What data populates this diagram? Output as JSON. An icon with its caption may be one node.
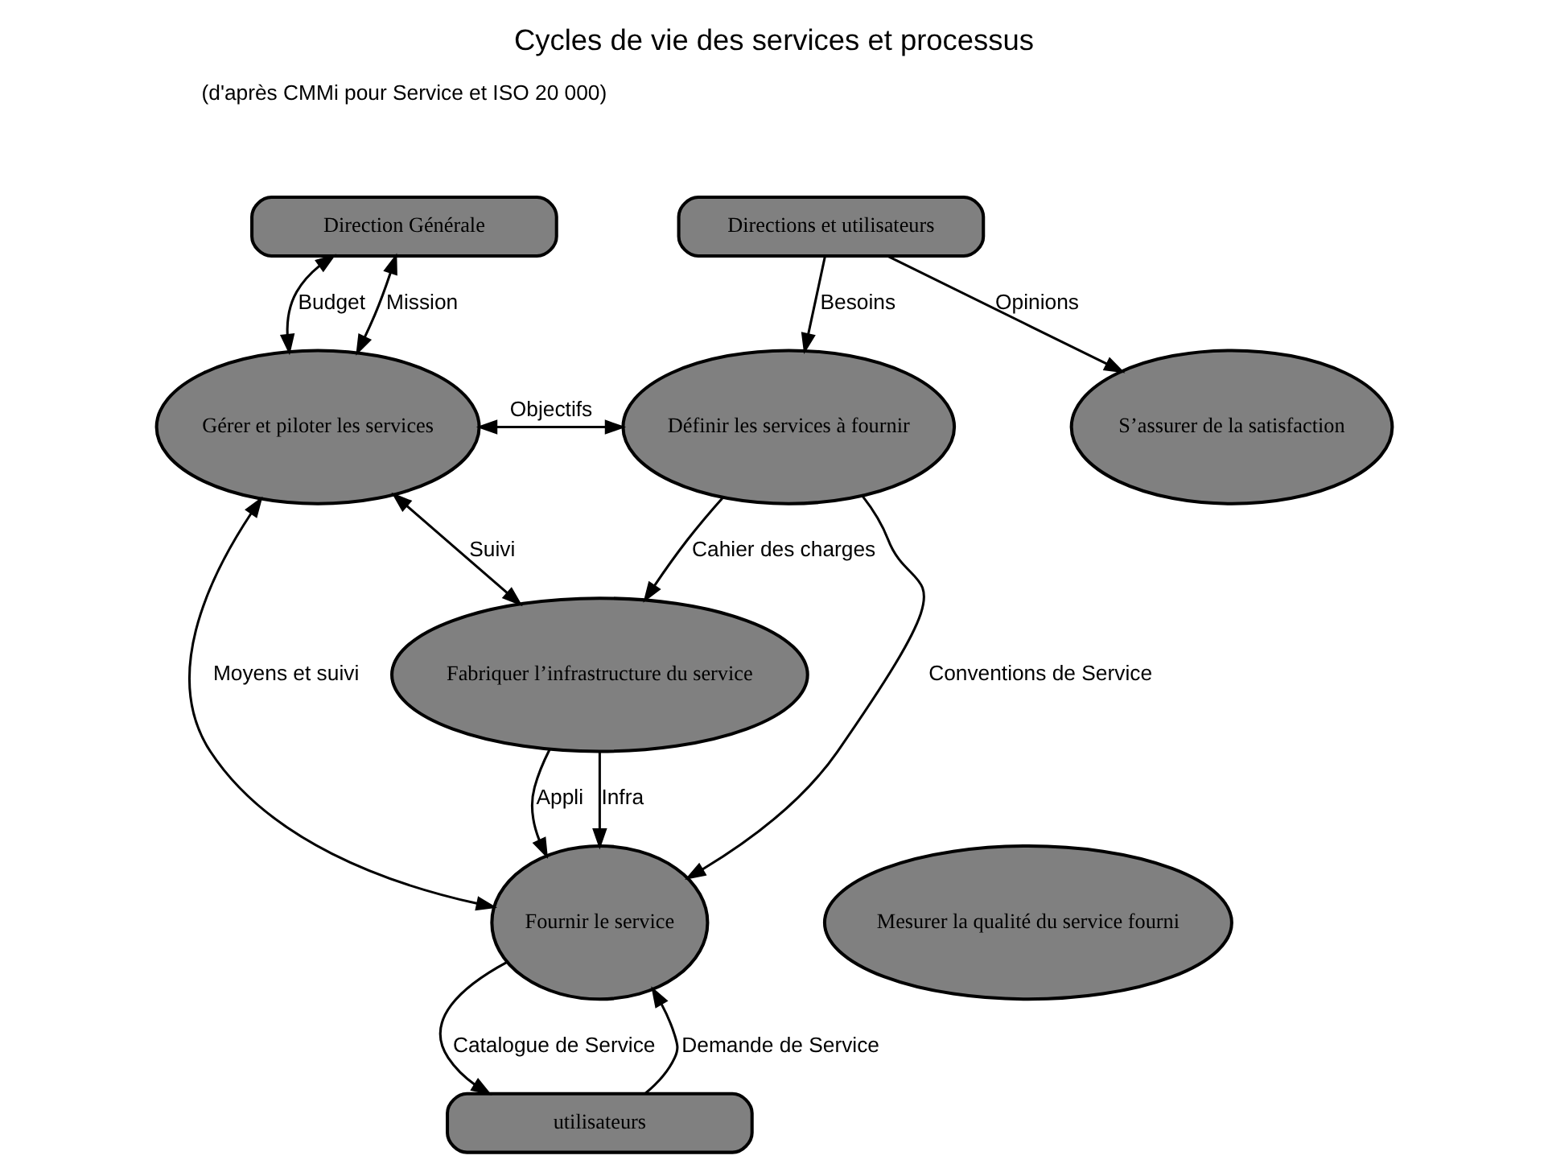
{
  "diagram": {
    "title": "Cycles de vie des services et processus",
    "nodes": [
      {
        "text": [
          "Direction Générale"
        ]
      },
      {
        "text": [
          "Directions et utilisateurs"
        ]
      },
      {
        "text": [
          "Gérer et piloter les services"
        ]
      },
      {
        "text": [
          "Définir les services à fournir"
        ]
      },
      {
        "text": [
          "S’assurer de la satisfaction"
        ]
      },
      {
        "text": [
          "Fabriquer l’infrastructure du service"
        ]
      },
      {
        "text": [
          "Fournir le service"
        ]
      },
      {
        "text": [
          "Mesurer la qualité du service fourni"
        ]
      },
      {
        "text": [
          "utilisateurs"
        ]
      }
    ],
    "edges": [
      {
        "from": 0,
        "to": 2,
        "arrow": "both",
        "label": "Budget"
      },
      {
        "from": 0,
        "to": 2,
        "arrow": "both",
        "label": "Mission"
      },
      {
        "from": 1,
        "to": 3,
        "arrow": "to",
        "label": "Besoins"
      },
      {
        "from": 1,
        "to": 4,
        "arrow": "to",
        "label": "Opinions"
      },
      {
        "from": 2,
        "to": 3,
        "arrow": "both",
        "label": "Objectifs"
      },
      {
        "from": 3,
        "to": 5,
        "arrow": "to",
        "label": "Cahier des charges"
      },
      {
        "from": 3,
        "to": 6,
        "arrow": "to",
        "label": "Conventions de Service"
      },
      {
        "from": 2,
        "to": 5,
        "arrow": "both",
        "label": "Suivi"
      },
      {
        "from": 5,
        "to": 6,
        "arrow": "to",
        "label": "Infra"
      },
      {
        "from": 5,
        "to": 6,
        "arrow": "to",
        "label": "Appli"
      },
      {
        "from": 2,
        "to": 6,
        "arrow": "both",
        "label": "Moyens et suivi"
      },
      {
        "from": 8,
        "to": 6,
        "arrow": "to",
        "label": "Demande de Service"
      },
      {
        "from": 6,
        "to": 8,
        "arrow": "to",
        "label": "Catalogue de Service"
      }
    ],
    "labels": [
      "(d'après CMMi pour Service et ISO 20 000)"
    ]
  }
}
